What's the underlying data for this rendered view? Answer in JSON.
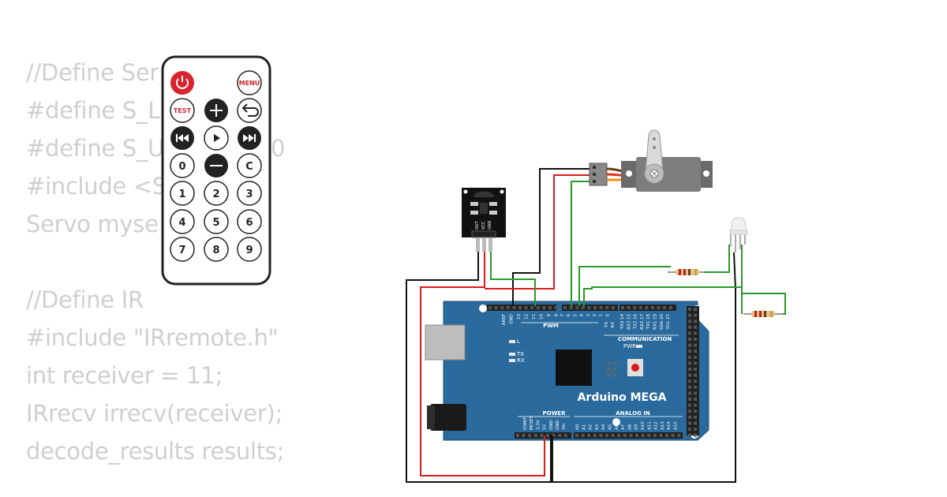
{
  "code_lines": [
    "//Define Ser",
    "#define S_L",
    "#define S_U",
    "#include <S",
    "Servo myse",
    "",
    "//Define IR",
    "#include \"IRremote.h\"",
    "int receiver = 11;",
    "IRrecv irrecv(receiver);",
    "decode_results results;"
  ],
  "code_fragment_0": "0",
  "remote": {
    "buttons": [
      "MENU",
      "TEST",
      "0",
      "C",
      "1",
      "2",
      "3",
      "4",
      "5",
      "6",
      "7",
      "8",
      "9"
    ]
  },
  "ir_module": {
    "pins": [
      "OUT",
      "VCC",
      "GND"
    ]
  },
  "arduino": {
    "name": "Arduino MEGA",
    "top_left": [
      "AREF",
      "GND",
      "13",
      "12",
      "11",
      "10",
      "9",
      "8"
    ],
    "pwm": "PWM",
    "top_mid": [
      "7",
      "6",
      "5",
      "4",
      "3",
      "2",
      "1",
      "0"
    ],
    "top_mid2": [
      "TX",
      "RX"
    ],
    "comm_pins": [
      "TX3 14",
      "RX3 15",
      "TX2 16",
      "RX2 17",
      "TX1 18",
      "RX1 19",
      "SDA 20",
      "SCL 21"
    ],
    "comm": "COMMUNICATION",
    "pwr_led": "PWR",
    "led_labels": [
      "L",
      "TX",
      "RX"
    ],
    "power_pins": [
      "IOREF",
      "RESET",
      "3.3V",
      "5V",
      "GND",
      "GND",
      "Vin"
    ],
    "power": "POWER",
    "analog_pins": [
      "A0",
      "A1",
      "A2",
      "A3",
      "A4",
      "A5",
      "A6",
      "A7",
      "A8",
      "A9",
      "A10",
      "A11",
      "A12",
      "A13",
      "A14",
      "A15"
    ],
    "analog": "ANALOG IN"
  },
  "colors": {
    "board": "#2a6a9c",
    "wire_red": "#d81c1c",
    "wire_green": "#2a9a2a",
    "wire_black": "#111111",
    "remote_red": "#d9232e",
    "code_text": "#cfcfcf"
  }
}
